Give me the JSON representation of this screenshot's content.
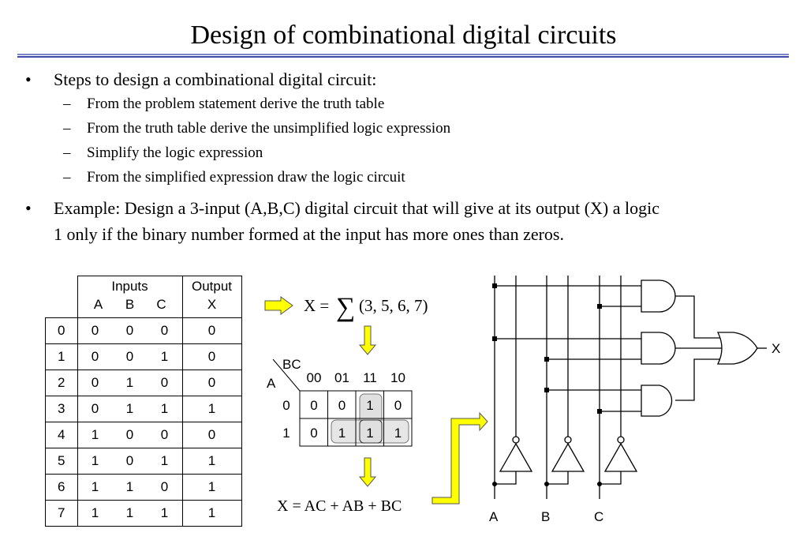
{
  "title": "Design of combinational digital circuits",
  "bullets": [
    {
      "text": "Steps to design a combinational digital circuit:",
      "subs": [
        "From the problem statement derive the truth table",
        "From the truth table derive the unsimplified logic expression",
        "Simplify the logic expression",
        "From the simplified expression draw the logic circuit"
      ]
    },
    {
      "text_line1": "Example: Design a 3-input (A,B,C) digital circuit that will give at its output (X) a logic",
      "text_line2": "1 only if the binary number formed at the input has more ones than zeros."
    }
  ],
  "truth_table": {
    "group_headers": [
      "Inputs",
      "Output"
    ],
    "columns": [
      "A",
      "B",
      "C",
      "X"
    ],
    "rows": [
      [
        "0",
        "0",
        "0",
        "0",
        "0"
      ],
      [
        "1",
        "0",
        "0",
        "1",
        "0"
      ],
      [
        "2",
        "0",
        "1",
        "0",
        "0"
      ],
      [
        "3",
        "0",
        "1",
        "1",
        "1"
      ],
      [
        "4",
        "1",
        "0",
        "0",
        "0"
      ],
      [
        "5",
        "1",
        "0",
        "1",
        "1"
      ],
      [
        "6",
        "1",
        "1",
        "0",
        "1"
      ],
      [
        "7",
        "1",
        "1",
        "1",
        "1"
      ]
    ]
  },
  "sum_expr": {
    "lhs": "X =",
    "sigma": "∑",
    "terms": "(3, 5, 6, 7)"
  },
  "kmap": {
    "col_var": "BC",
    "row_var": "A",
    "col_labels": [
      "00",
      "01",
      "11",
      "10"
    ],
    "row_labels": [
      "0",
      "1"
    ],
    "cells": [
      [
        "0",
        "0",
        "1",
        "0"
      ],
      [
        "0",
        "1",
        "1",
        "1"
      ]
    ]
  },
  "simplified_expr": "X = AC + AB + BC",
  "circuit": {
    "inputs": [
      "A",
      "B",
      "C"
    ],
    "output": "X"
  },
  "colors": {
    "arrow": "#ffff00",
    "rule": "#3f4aa8",
    "group": "#e0e0e0"
  }
}
